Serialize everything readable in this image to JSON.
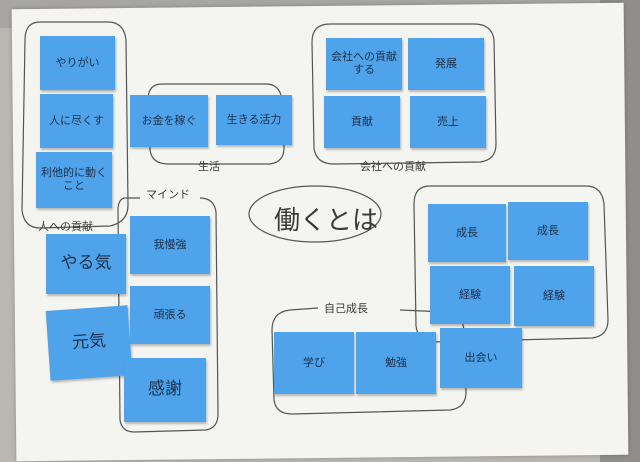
{
  "title": "働くとは",
  "groups": {
    "contribution": "人への貢献",
    "life": "生活",
    "company": "会社への貢献",
    "mind": "マインド",
    "growth": "自己成長"
  },
  "notes": {
    "yarigai": "やりがい",
    "help": "人に尽くす",
    "altruism": "利他的に動くこと",
    "earn": "お金を稼ぐ",
    "vitality": "生きる活力",
    "kaisha": "会社への貢献する",
    "hatten": "発展",
    "kouken": "貢献",
    "uriage": "売上",
    "yaruki": "やる気",
    "gaman": "我慢強",
    "genki": "元気",
    "ganbaru": "頑張る",
    "kansha": "感謝",
    "seichou1": "成長",
    "seichou2": "成長",
    "keiken1": "経験",
    "keiken2": "経験",
    "manabi": "学び",
    "benkyou": "勉強",
    "deai": "出会い"
  },
  "note_color": "#4ea3ea"
}
